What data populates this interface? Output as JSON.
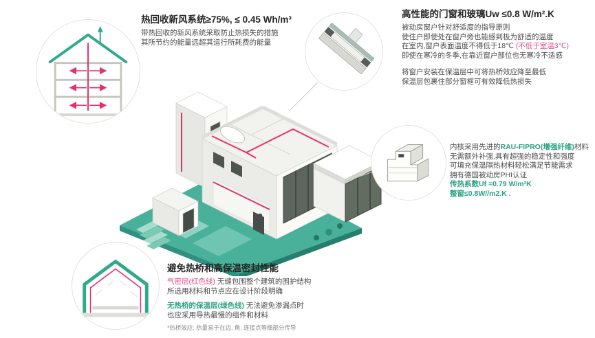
{
  "colors": {
    "teal_accent": "#2ba183",
    "pink_accent": "#e5478a",
    "duct_red": "#e5316e",
    "platform_teal": "#49b19a",
    "text_dark": "#252525",
    "text_body": "#4c4c4c"
  },
  "illustrations": {
    "top_left": "house-section-ventilation-illustration",
    "top_right": "window-corner-section-illustration",
    "middle_right": "window-profile-illustration",
    "bottom_left": "house-section-insulation-illustration",
    "center": "passive-house-isometric-illustration"
  },
  "ventilation": {
    "title": "热回收新风系统≥75%, ≤ 0.45 Wh/m³",
    "line1": "带热回收的新风系统采取防止热损失的措施",
    "line2": "其所节约的能量远超其运行所耗费的能量"
  },
  "windows": {
    "title": "高性能的门窗和玻璃Uw ≤0.8 W/m².K",
    "line1": "被动房窗户针对舒适度的指导原则",
    "line2": "使住户即使处在窗户旁也能感到极为舒适的温度",
    "line3_normal": "在室内,窗户表面温度不得低于18℃ ",
    "line3_accent": "(不低于室温3℃)",
    "line4": "即使在寒冷的冬季,在靠近窗户部位也无寒冷不适感",
    "line5": "将窗户安装在保温层中可将热桥效应降至最低",
    "line6": "保温层包裹住部分窗框可有效降低热损失"
  },
  "profile": {
    "line1_pre": "内核采用先进的",
    "line1_accent": "RAU-FIPRO(增强纤维)",
    "line1_post": "材料",
    "line2": "无需额外补强,具有超强的稳定性和强度",
    "line3": "可填充保温隔热材料轻松满足节能需求",
    "line4": "拥有德国被动房PHI认证",
    "uf": "传热系数Uf =0.79 W/m²K",
    "uw": "整窗≤0.8W//m2.K ."
  },
  "thermal": {
    "title": "避免热桥和高保温密封性能",
    "p1_accent": "气密层(红色线)",
    "p1_rest": " 无缝包围整个建筑的围护结构",
    "p1_line2": "所选用材料和节点应在设计阶段明确",
    "p2_accent": "无热桥的保温层(绿色线)",
    "p2_rest": " 无法避免渗漏点时",
    "p2_line2": "也应采用导热最慢的组件和材料",
    "footnote": "*热桥效应: 热量易于在边, 角, 连接点等细部分传导"
  }
}
